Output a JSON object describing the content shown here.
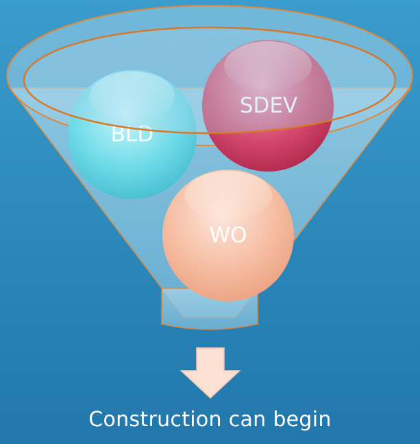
{
  "diagram": {
    "type": "funnel",
    "items": [
      {
        "label": "BLD",
        "color": "#5fd6e6"
      },
      {
        "label": "SDEV",
        "color": "#c43a5e"
      },
      {
        "label": "WO",
        "color": "#f4b69a"
      }
    ],
    "result": "Construction can begin"
  },
  "colors": {
    "background": "#2f8fc0",
    "funnel_fill": "#8fc6e0",
    "funnel_outline": "#e0873a",
    "arrow_fill": "#fbe0d4"
  }
}
